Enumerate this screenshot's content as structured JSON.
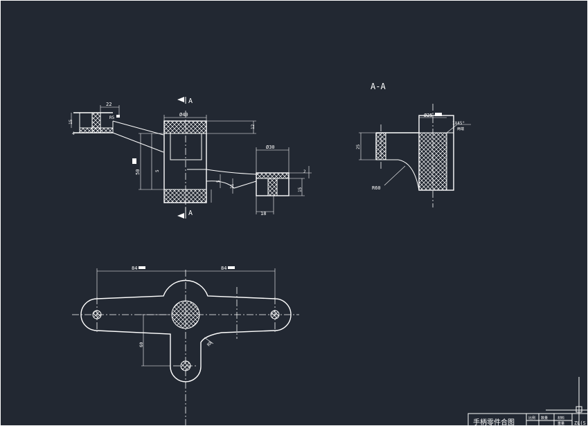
{
  "drawing": {
    "section_label": "A",
    "section_view_title": "A-A",
    "dims": {
      "d22": "22",
      "d15_left": "15",
      "d4": "4",
      "r5": "R5",
      "d40": "Ø40",
      "d12": "12",
      "d50": "50",
      "d30": "Ø30",
      "d18": "18",
      "d15_right": "15",
      "d5a": "5",
      "d11": "11",
      "d2": "2",
      "d25_aa": "Ø25",
      "chamfer": "1X45°",
      "chamfer_sub": "两端",
      "d25_height": "25",
      "r60": "R60",
      "d84_left": "84",
      "d84_right": "84",
      "d60": "60",
      "r8": "R8"
    },
    "title_block": {
      "name": "手柄零件合图",
      "cell1": "比例",
      "cell2": "数量",
      "cell3": "材料",
      "cell4": "重量",
      "drawing_no": "ZL(S"
    }
  },
  "colors": {
    "background": "#222832",
    "line": "#ffffff"
  }
}
